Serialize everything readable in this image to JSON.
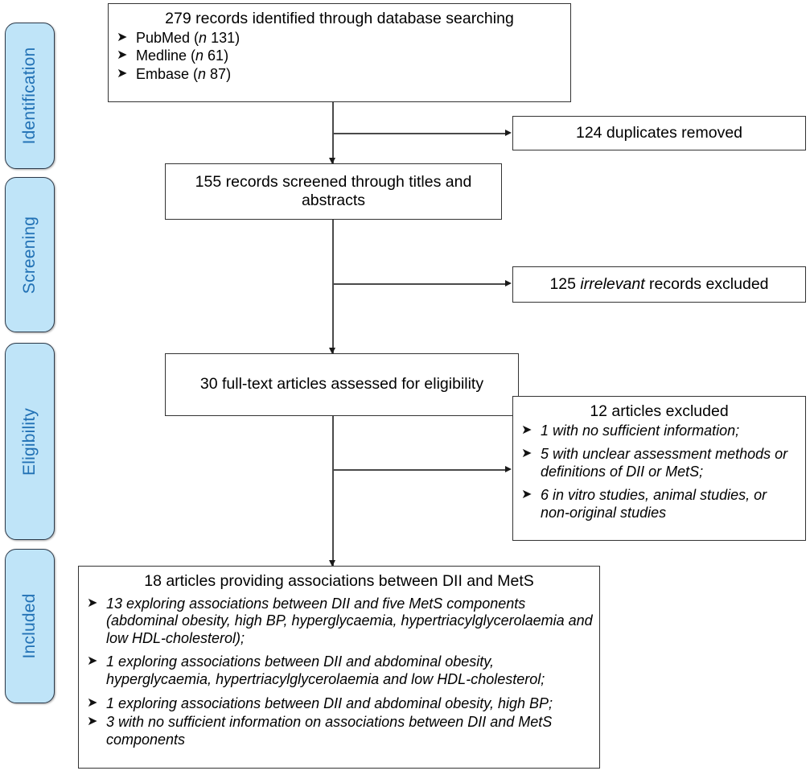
{
  "figure": {
    "type": "prisma-flow-diagram",
    "accent_color": "#2171b5",
    "tab_fill_color": "#bfe4f8",
    "tab_border_color": "#2c3a4a",
    "box_border_color": "#333333",
    "connector_color": "#4a4a4a"
  },
  "stages": [
    {
      "id": "identification",
      "label": "Identification"
    },
    {
      "id": "screening",
      "label": "Screening"
    },
    {
      "id": "eligibility",
      "label": "Eligibility"
    },
    {
      "id": "included",
      "label": "Included"
    }
  ],
  "boxes": {
    "identified": {
      "heading": "279 records identified through database searching",
      "bullets": [
        {
          "marker": "➤",
          "text": "PubMed (",
          "italic_token": "n",
          "tail": " 131)"
        },
        {
          "marker": "➤",
          "text": "Medline (",
          "italic_token": "n",
          "tail": " 61)"
        },
        {
          "marker": "➤",
          "text": "Embase (",
          "italic_token": "n",
          "tail": " 87)"
        }
      ]
    },
    "duplicates": {
      "heading": "124 duplicates removed"
    },
    "screened": {
      "heading": "155 records screened through titles and abstracts"
    },
    "irrelevant": {
      "prefix": "125 ",
      "emphasis": "irrelevant",
      "suffix": " records excluded"
    },
    "fulltext": {
      "heading": "30 full-text articles assessed for eligibility"
    },
    "excluded": {
      "heading": "12 articles excluded",
      "bullets": [
        {
          "marker": "➤",
          "text": "1 with no sufficient information;"
        },
        {
          "marker": "➤",
          "text": "5 with unclear assessment methods or definitions of DII or MetS;"
        },
        {
          "marker": "➤",
          "text": "6 in vitro studies, animal studies, or non-original studies"
        }
      ]
    },
    "included": {
      "heading": "18 articles providing associations between DII and MetS",
      "bullets": [
        {
          "marker": "➤",
          "text": "13 exploring associations between DII and five MetS components (abdominal obesity, high BP, hyperglycaemia, hypertriacylglycerolaemia and low HDL-cholesterol);"
        },
        {
          "marker": "➤",
          "text": "1 exploring associations between DII and abdominal obesity, hyperglycaemia, hypertriacylglycerolaemia and low HDL-cholesterol;"
        },
        {
          "marker": "➤",
          "text": "1 exploring associations between DII and abdominal obesity, high BP;"
        },
        {
          "marker": "➤",
          "text": "3 with no sufficient information on associations between DII and MetS components"
        }
      ]
    }
  }
}
